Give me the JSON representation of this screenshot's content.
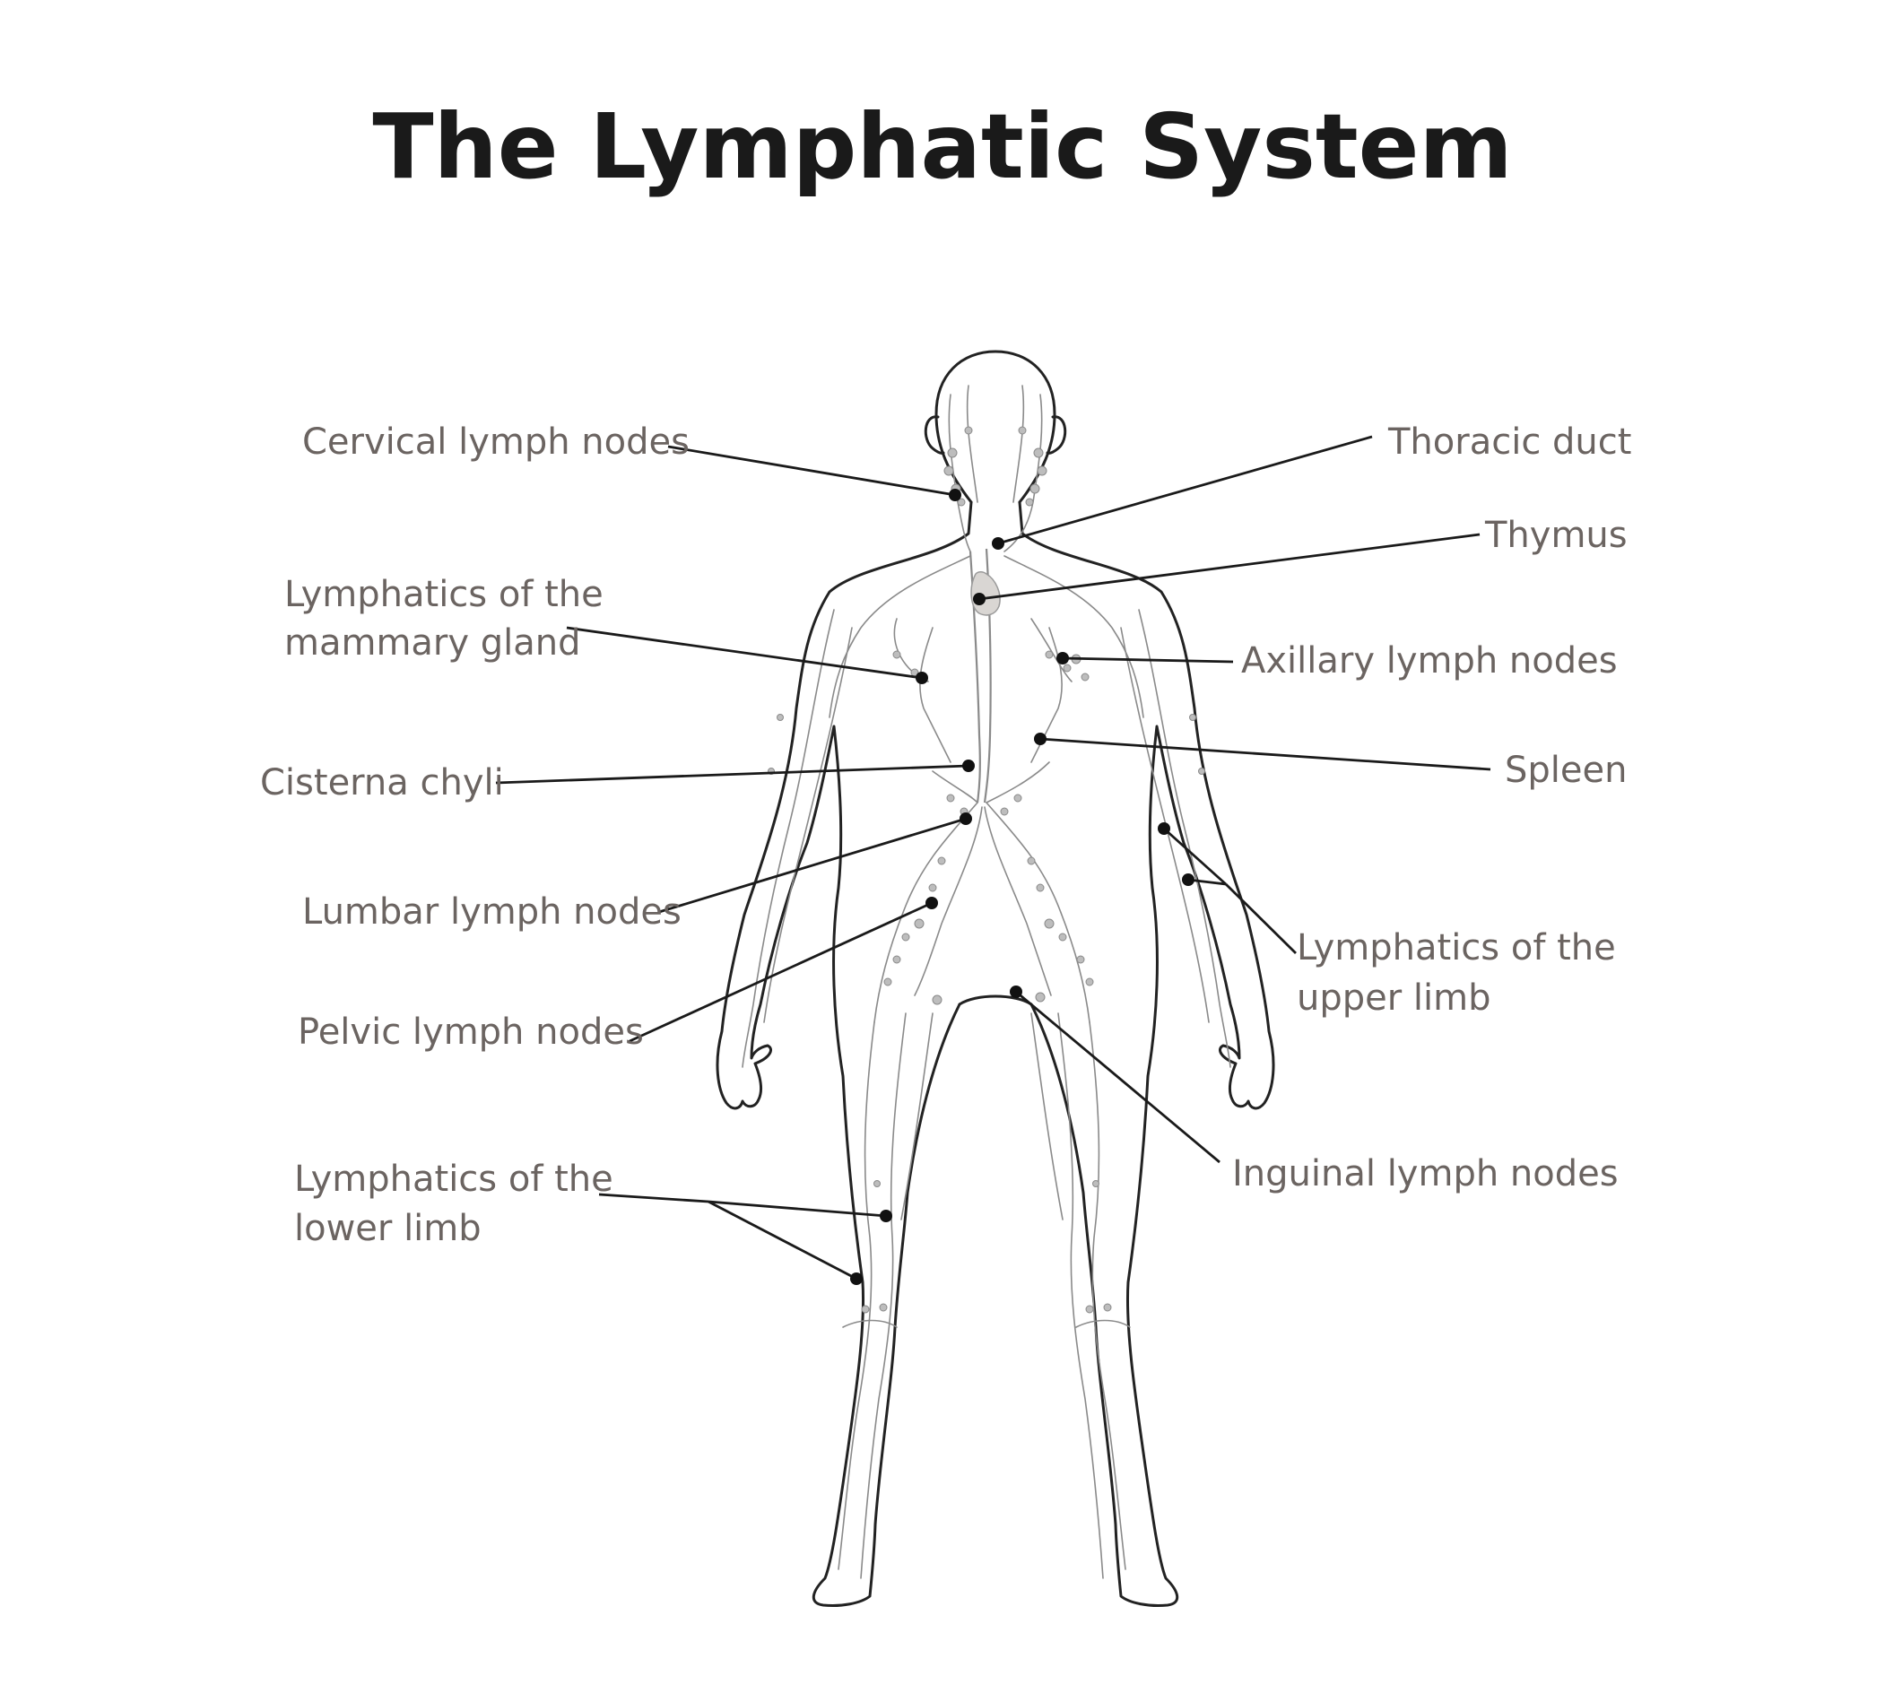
{
  "title": "The Lymphatic System",
  "labels": {
    "cervical": [
      "Cervical lymph nodes"
    ],
    "mammary": [
      "Lymphatics of the",
      "mammary gland"
    ],
    "cisterna": [
      "Cisterna chyli"
    ],
    "lumbar": [
      "Lumbar lymph nodes"
    ],
    "pelvic": [
      "Pelvic lymph nodes"
    ],
    "lower_limb": [
      "Lymphatics of the",
      "lower limb"
    ],
    "thoracic": [
      "Thoracic duct"
    ],
    "thymus": [
      "Thymus"
    ],
    "axillary": [
      "Axillary lymph nodes"
    ],
    "spleen": [
      "Spleen"
    ],
    "upper_limb": [
      "Lymphatics of the",
      "upper limb"
    ],
    "inguinal": [
      "Inguinal lymph nodes"
    ]
  }
}
